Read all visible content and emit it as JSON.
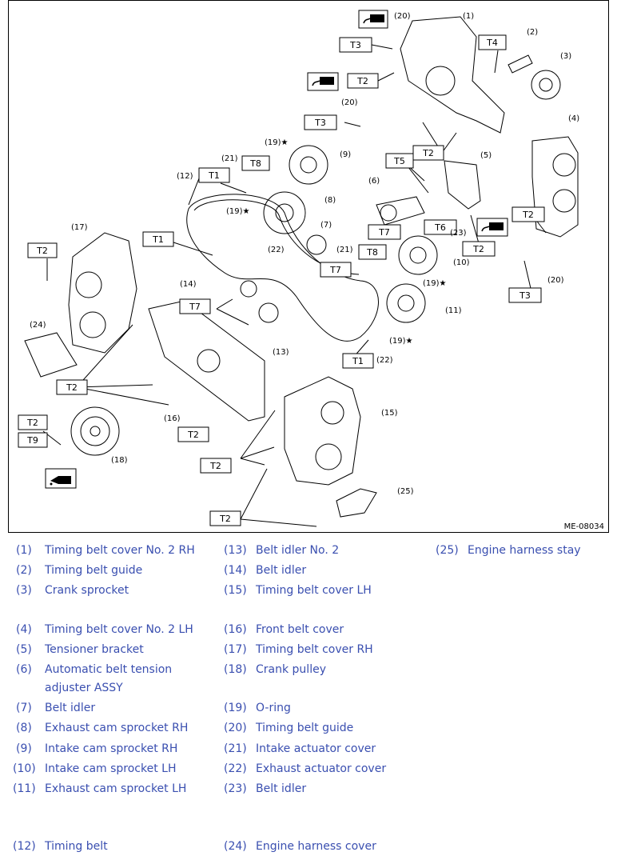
{
  "diagram": {
    "ref_code": "ME-08034",
    "callouts": [
      "(1)",
      "(2)",
      "(3)",
      "(4)",
      "(5)",
      "(6)",
      "(7)",
      "(8)",
      "(9)",
      "(10)",
      "(11)",
      "(12)",
      "(13)",
      "(14)",
      "(15)",
      "(16)",
      "(17)",
      "(18)",
      "(19)",
      "(20)",
      "(21)",
      "(22)",
      "(23)",
      "(24)",
      "(25)"
    ],
    "callout_19_star": "(19)★",
    "torque_boxes": [
      "T1",
      "T2",
      "T3",
      "T4",
      "T5",
      "T6",
      "T7",
      "T8",
      "T9"
    ],
    "icons": [
      "sealant-tube-icon",
      "oil-can-icon"
    ]
  },
  "legend": [
    {
      "num": "(1)",
      "text": "Timing belt cover No. 2 RH"
    },
    {
      "num": "(2)",
      "text": "Timing belt guide"
    },
    {
      "num": "(3)",
      "text": "Crank sprocket"
    },
    {
      "num": "(4)",
      "text": "Timing belt cover No. 2 LH"
    },
    {
      "num": "(5)",
      "text": "Tensioner bracket"
    },
    {
      "num": "(6)",
      "text": "Automatic belt tension"
    },
    {
      "num": "",
      "text": "adjuster ASSY"
    },
    {
      "num": "(7)",
      "text": "Belt idler"
    },
    {
      "num": "(8)",
      "text": "Exhaust cam sprocket RH"
    },
    {
      "num": "(9)",
      "text": "Intake cam sprocket RH"
    },
    {
      "num": "(10)",
      "text": "Intake cam sprocket LH"
    },
    {
      "num": "(11)",
      "text": "Exhaust cam sprocket LH"
    },
    {
      "num": "(12)",
      "text": "Timing belt"
    },
    {
      "num": "(13)",
      "text": "Belt idler No. 2"
    },
    {
      "num": "(14)",
      "text": "Belt idler"
    },
    {
      "num": "(15)",
      "text": "Timing belt cover LH"
    },
    {
      "num": "(16)",
      "text": "Front belt cover"
    },
    {
      "num": "(17)",
      "text": "Timing belt cover RH"
    },
    {
      "num": "(18)",
      "text": "Crank pulley"
    },
    {
      "num": "(19)",
      "text": "O-ring"
    },
    {
      "num": "(20)",
      "text": "Timing belt guide"
    },
    {
      "num": "(21)",
      "text": "Intake actuator cover"
    },
    {
      "num": "(22)",
      "text": "Exhaust actuator cover"
    },
    {
      "num": "(23)",
      "text": "Belt idler"
    },
    {
      "num": "(24)",
      "text": "Engine harness cover"
    },
    {
      "num": "(25)",
      "text": "Engine harness stay"
    }
  ],
  "colors": {
    "legend_text": "#3a4fb0",
    "line": "#000000"
  }
}
